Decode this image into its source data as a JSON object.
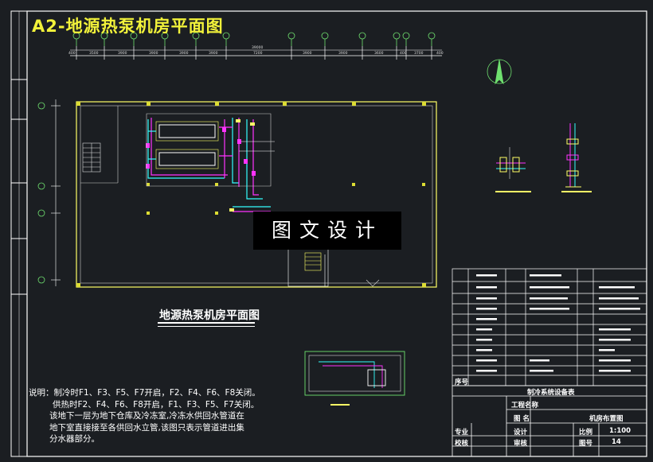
{
  "sheet": {
    "title": "A2-地源热泵机房平面图",
    "plan_title": "地源热泵机房平面图",
    "watermark": "图文设计",
    "colors": {
      "background": "#1b1e22",
      "frame": "#ffffff",
      "title": "#f2f23a",
      "axis": "#6fe06f",
      "wall": "#ffff66",
      "pipe": "#ff33ff",
      "cyan": "#33ffff"
    }
  },
  "notes": {
    "lines": [
      "说明：制冷时F1、F3、F5、F7开启，F2、F4、F6、F8关闭。",
      "供热时F2、F4、F6、F8开启，F1、F3、F5、F7关闭。",
      "该地下一层为地下仓库及冷冻室,冷冻水供回水管道在",
      "地下室直接接至各供回水立管,该图只表示管道进出集",
      "分水器部分。"
    ]
  },
  "title_block": {
    "project_label": "工程名称",
    "drawing_label": "图 名",
    "drawing_name": "机房布置图",
    "design_label": "设计",
    "review_label": "审核",
    "major_label": "专业",
    "check_label": "校核",
    "scale_label": "比例",
    "scale_value": "1:100",
    "sheet_no_label": "图号",
    "sheet_no_value": "14",
    "equipment_table_label": "制冷系统设备表",
    "serial_label": "序号"
  }
}
